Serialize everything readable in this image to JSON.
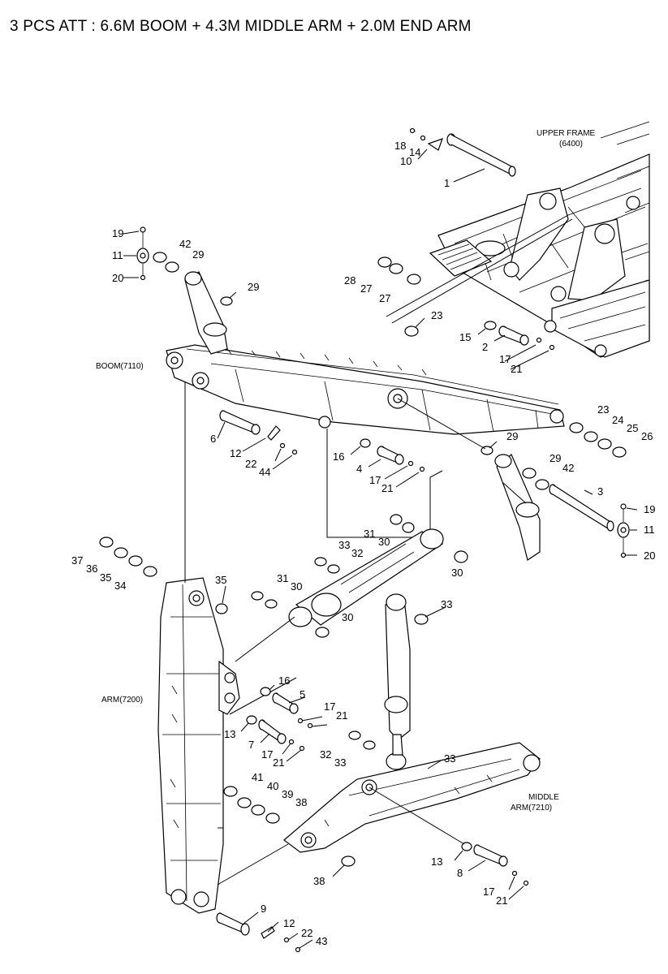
{
  "title": "3 PCS ATT : 6.6M BOOM + 4.3M MIDDLE ARM + 2.0M END ARM",
  "assembly_labels": {
    "upper_frame": "UPPER FRAME",
    "upper_frame_code": "(6400)",
    "boom": "BOOM(7110)",
    "arm": "ARM(7200)",
    "middle_arm": "MIDDLE",
    "middle_arm_code": "ARM(7210)"
  },
  "callouts": [
    {
      "id": "c18",
      "text": "18"
    },
    {
      "id": "c14",
      "text": "14"
    },
    {
      "id": "c10",
      "text": "10"
    },
    {
      "id": "c1",
      "text": "1"
    },
    {
      "id": "c19a",
      "text": "19"
    },
    {
      "id": "c11a",
      "text": "11"
    },
    {
      "id": "c20a",
      "text": "20"
    },
    {
      "id": "c42a",
      "text": "42"
    },
    {
      "id": "c29a",
      "text": "29"
    },
    {
      "id": "c29b",
      "text": "29"
    },
    {
      "id": "c28",
      "text": "28"
    },
    {
      "id": "c27a",
      "text": "27"
    },
    {
      "id": "c27b",
      "text": "27"
    },
    {
      "id": "c23a",
      "text": "23"
    },
    {
      "id": "c15",
      "text": "15"
    },
    {
      "id": "c2",
      "text": "2"
    },
    {
      "id": "c17a",
      "text": "17"
    },
    {
      "id": "c21a",
      "text": "21"
    },
    {
      "id": "c23b",
      "text": "23"
    },
    {
      "id": "c24",
      "text": "24"
    },
    {
      "id": "c25",
      "text": "25"
    },
    {
      "id": "c26",
      "text": "26"
    },
    {
      "id": "c6",
      "text": "6"
    },
    {
      "id": "c12a",
      "text": "12"
    },
    {
      "id": "c22a",
      "text": "22"
    },
    {
      "id": "c44",
      "text": "44"
    },
    {
      "id": "c16a",
      "text": "16"
    },
    {
      "id": "c4",
      "text": "4"
    },
    {
      "id": "c17b",
      "text": "17"
    },
    {
      "id": "c21b",
      "text": "21"
    },
    {
      "id": "c29c",
      "text": "29"
    },
    {
      "id": "c29d",
      "text": "29"
    },
    {
      "id": "c42b",
      "text": "42"
    },
    {
      "id": "c3",
      "text": "3"
    },
    {
      "id": "c19b",
      "text": "19"
    },
    {
      "id": "c11b",
      "text": "11"
    },
    {
      "id": "c20b",
      "text": "20"
    },
    {
      "id": "c31a",
      "text": "31"
    },
    {
      "id": "c30a",
      "text": "30"
    },
    {
      "id": "c33a",
      "text": "33"
    },
    {
      "id": "c32a",
      "text": "32"
    },
    {
      "id": "c30b",
      "text": "30"
    },
    {
      "id": "c37",
      "text": "37"
    },
    {
      "id": "c36",
      "text": "36"
    },
    {
      "id": "c35a",
      "text": "35"
    },
    {
      "id": "c34",
      "text": "34"
    },
    {
      "id": "c35b",
      "text": "35"
    },
    {
      "id": "c31b",
      "text": "31"
    },
    {
      "id": "c30c",
      "text": "30"
    },
    {
      "id": "c30d",
      "text": "30"
    },
    {
      "id": "c33b",
      "text": "33"
    },
    {
      "id": "c16b",
      "text": "16"
    },
    {
      "id": "c5",
      "text": "5"
    },
    {
      "id": "c17c",
      "text": "17"
    },
    {
      "id": "c21c",
      "text": "21"
    },
    {
      "id": "c13a",
      "text": "13"
    },
    {
      "id": "c7",
      "text": "7"
    },
    {
      "id": "c17d",
      "text": "17"
    },
    {
      "id": "c21d",
      "text": "21"
    },
    {
      "id": "c32b",
      "text": "32"
    },
    {
      "id": "c33c",
      "text": "33"
    },
    {
      "id": "c33d",
      "text": "33"
    },
    {
      "id": "c41",
      "text": "41"
    },
    {
      "id": "c40",
      "text": "40"
    },
    {
      "id": "c39",
      "text": "39"
    },
    {
      "id": "c38a",
      "text": "38"
    },
    {
      "id": "c13b",
      "text": "13"
    },
    {
      "id": "c8",
      "text": "8"
    },
    {
      "id": "c38b",
      "text": "38"
    },
    {
      "id": "c17e",
      "text": "17"
    },
    {
      "id": "c21e",
      "text": "21"
    },
    {
      "id": "c9",
      "text": "9"
    },
    {
      "id": "c12b",
      "text": "12"
    },
    {
      "id": "c22b",
      "text": "22"
    },
    {
      "id": "c43",
      "text": "43"
    }
  ]
}
